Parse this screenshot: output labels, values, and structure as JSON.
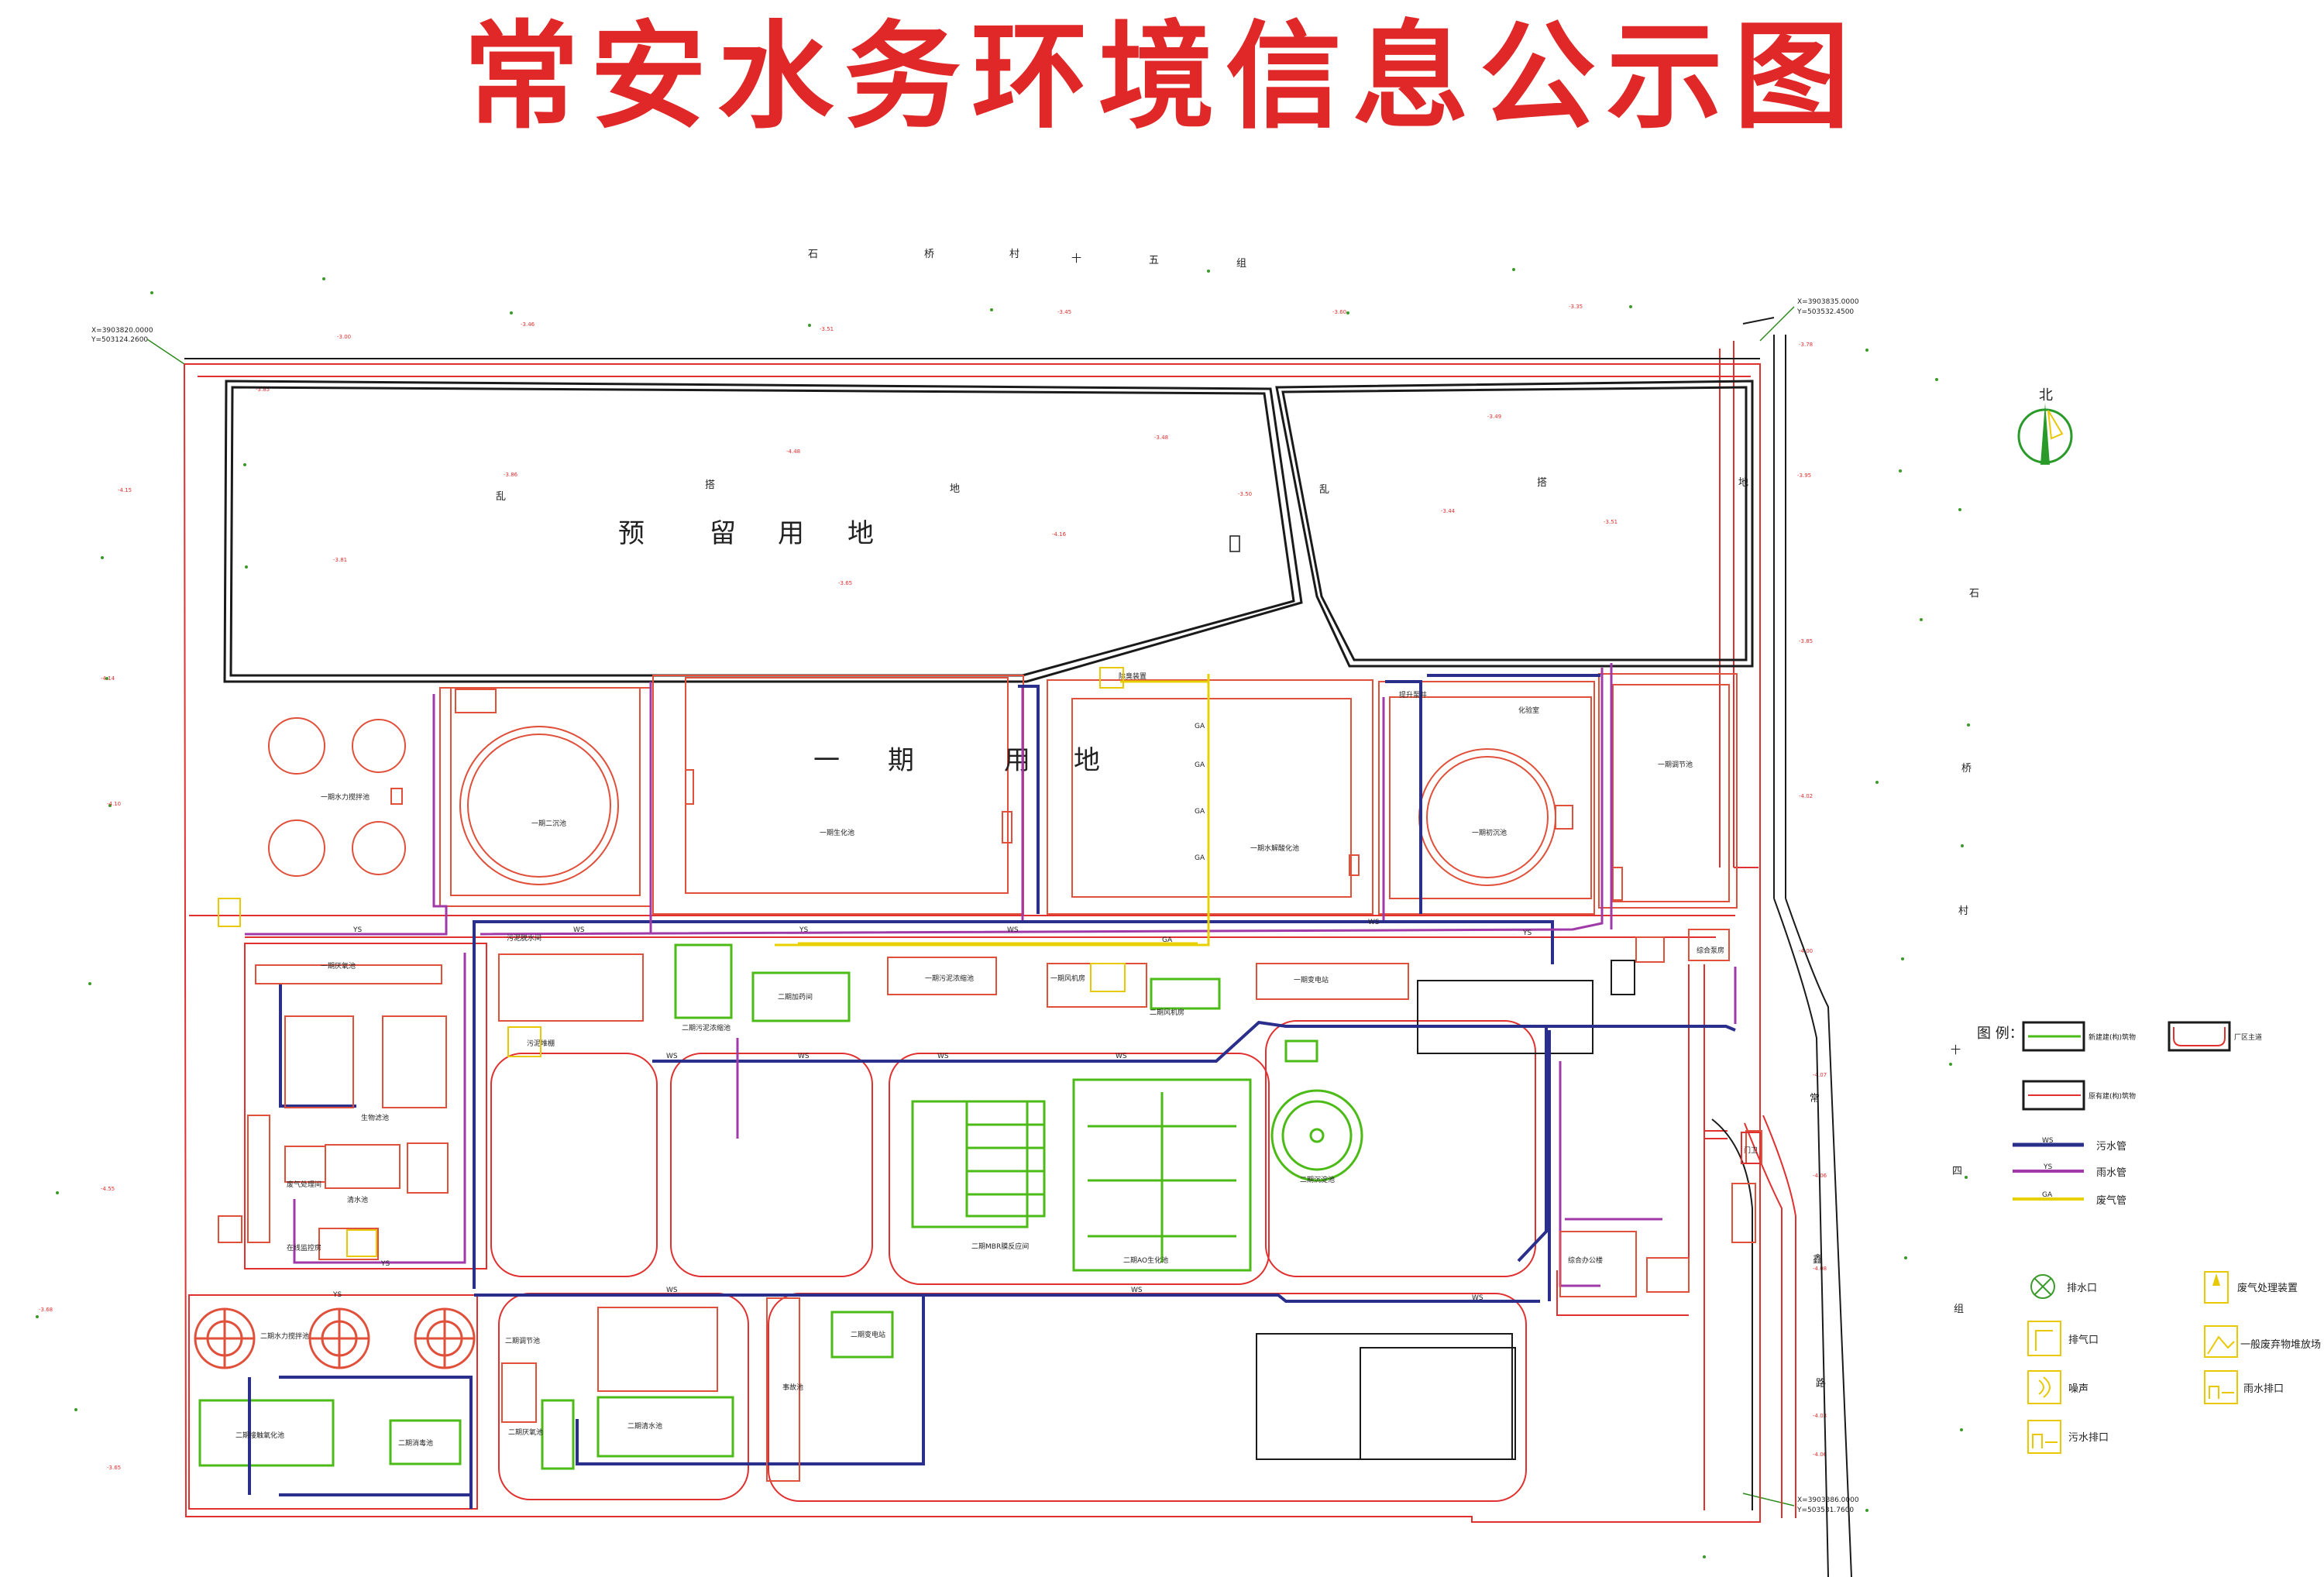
{
  "title": "常安水务环境信息公示图",
  "north": {
    "label": "北"
  },
  "top_road": [
    "石",
    "桥",
    "村",
    "十",
    "五",
    "组"
  ],
  "right_road_east": [
    "石",
    "桥",
    "村"
  ],
  "right_road_west": [
    "十",
    "四",
    "组"
  ],
  "right_road_inner": [
    "常",
    "鑫",
    "路"
  ],
  "gate": {
    "label": "门卫"
  },
  "reserve_land": {
    "label": [
      "预",
      "留",
      "用",
      "地"
    ],
    "left_marks": [
      "乱",
      "搭",
      "地"
    ],
    "right_marks": [
      "乱",
      "搭",
      "地"
    ]
  },
  "phase1_land": {
    "label": [
      "一",
      "期",
      "用",
      "地"
    ]
  },
  "structures": [
    {
      "key": "s1",
      "label": "一期水力搅拌池"
    },
    {
      "key": "s2",
      "label": "一期二沉池"
    },
    {
      "key": "s3",
      "label": "一期生化池"
    },
    {
      "key": "s4",
      "label": "一期水解酸化池"
    },
    {
      "key": "s5",
      "label": "一期调节池"
    },
    {
      "key": "s6",
      "label": "一期初沉池"
    },
    {
      "key": "s7",
      "label": "一期污泥浓缩池"
    },
    {
      "key": "s8",
      "label": "一期风机房"
    },
    {
      "key": "s9",
      "label": "一期变电站"
    },
    {
      "key": "s10",
      "label": "二期加药间"
    },
    {
      "key": "s11",
      "label": "二期污泥浓缩池"
    },
    {
      "key": "s12",
      "label": "污泥脱水间"
    },
    {
      "key": "s13",
      "label": "污泥堆棚"
    },
    {
      "key": "s14",
      "label": "二期沉淀池"
    },
    {
      "key": "s15",
      "label": "二期AO生化池"
    },
    {
      "key": "s16",
      "label": "二期MBR膜反应间"
    },
    {
      "key": "s17",
      "label": "二期风机房"
    },
    {
      "key": "s18",
      "label": "二期清水池"
    },
    {
      "key": "s19",
      "label": "二期变电站"
    },
    {
      "key": "s20",
      "label": "二期消毒池"
    },
    {
      "key": "s21",
      "label": "二期调节池"
    },
    {
      "key": "s22",
      "label": "二期水力搅拌池"
    },
    {
      "key": "s23",
      "label": "二期接触氧化池"
    },
    {
      "key": "s24",
      "label": "二期厌氧池"
    },
    {
      "key": "s25",
      "label": "生物滤池"
    },
    {
      "key": "s26",
      "label": "清水池"
    },
    {
      "key": "s27",
      "label": "在线监控房"
    },
    {
      "key": "s28",
      "label": "废气处理间"
    },
    {
      "key": "s29",
      "label": "一期厌氧池"
    },
    {
      "key": "s30",
      "label": "除臭装置"
    },
    {
      "key": "s31",
      "label": "综合办公楼"
    },
    {
      "key": "s32",
      "label": "化验室"
    },
    {
      "key": "s33",
      "label": "综合泵房"
    },
    {
      "key": "s34",
      "label": "提升泵井"
    },
    {
      "key": "s35",
      "label": "事故池"
    }
  ],
  "legend": {
    "title": "图  例：",
    "items": [
      {
        "label": "新建建(构)筑物"
      },
      {
        "label": "厂区主道"
      },
      {
        "label": "原有建(构)筑物"
      },
      {
        "label": "污水管",
        "code": "WS",
        "color": "#2b2f8c"
      },
      {
        "label": "雨水管",
        "code": "YS",
        "color": "#a03aa8"
      },
      {
        "label": "废气管",
        "code": "GA",
        "color": "#e8d000"
      },
      {
        "label": "排水口",
        "icon": "outfall-icon"
      },
      {
        "label": "废气处理装置",
        "icon": "exhaust-treatment-icon"
      },
      {
        "label": "排气口",
        "icon": "vent-icon"
      },
      {
        "label": "一般废弃物堆放场",
        "icon": "waste-yard-icon"
      },
      {
        "label": "噪声",
        "icon": "noise-icon"
      },
      {
        "label": "雨水排口",
        "icon": "rain-outlet-icon"
      },
      {
        "label": "污水排口",
        "icon": "sewage-outlet-icon"
      }
    ]
  },
  "coords": [
    {
      "key": "c1",
      "label": "X=3903820.0000"
    },
    {
      "key": "c2",
      "label": "Y=503124.2600"
    },
    {
      "key": "c3",
      "label": "X=3903835.0000"
    },
    {
      "key": "c4",
      "label": "Y=503532.4500"
    },
    {
      "key": "c5",
      "label": "X=3903386.0000"
    },
    {
      "key": "c6",
      "label": "Y=503531.7600"
    }
  ],
  "colors": {
    "title": "#e02828",
    "property_line": "#e03030",
    "existing": "#1a1a1a",
    "new": "#4cbb17",
    "sewage": "#2b2f8c",
    "rain": "#a03aa8",
    "gas": "#e8d000",
    "building_outline": "#e0503a"
  }
}
